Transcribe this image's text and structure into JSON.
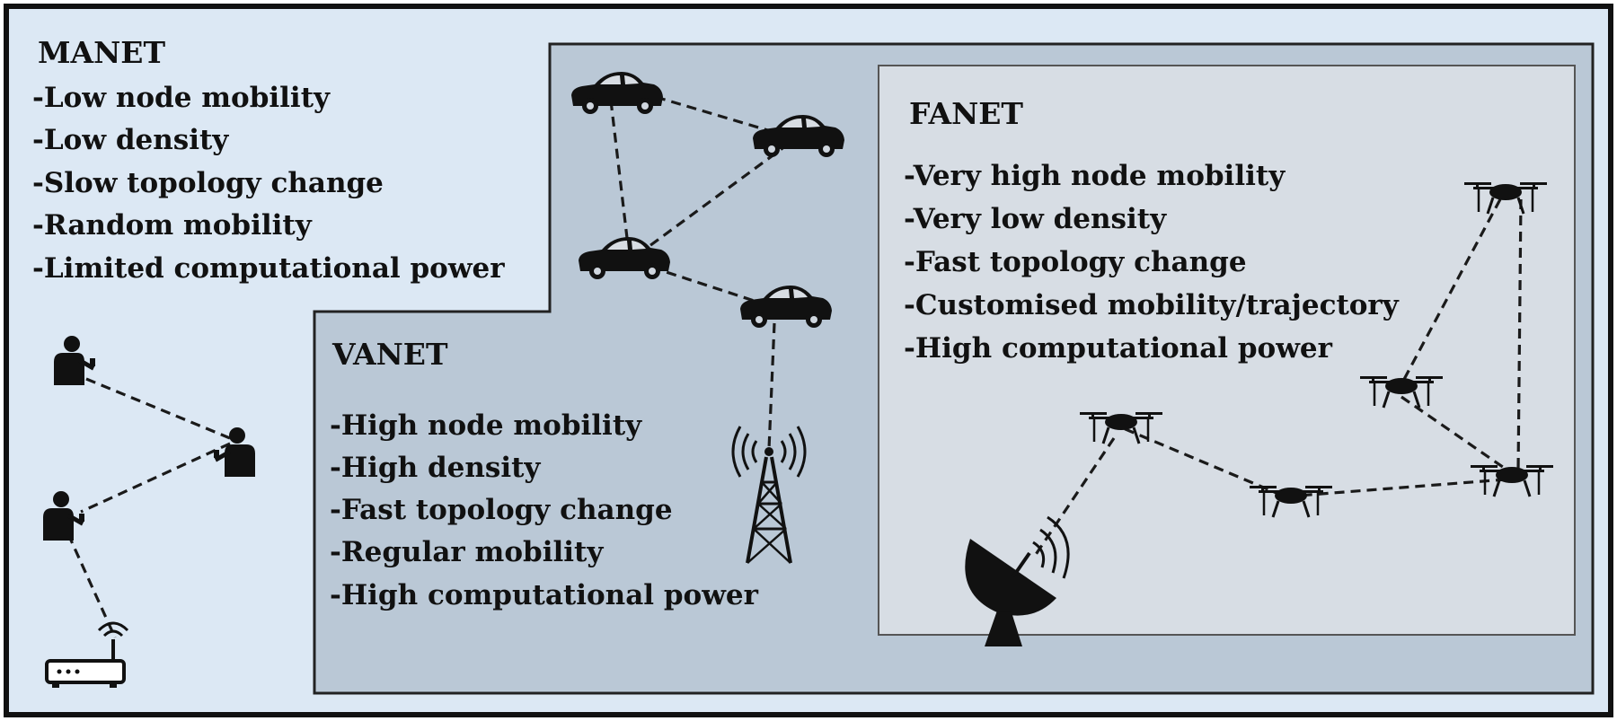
{
  "colors": {
    "frame": "#111111",
    "manet_bg": "#dce8f4",
    "vanet_bg": "#bac8d6",
    "fanet_bg": "#d7dde4",
    "ink": "#111111"
  },
  "manet": {
    "title": "MANET",
    "items": [
      "-Low node mobility",
      "-Low density",
      "-Slow topology change",
      "-Random mobility",
      "-Limited computational power"
    ],
    "icons": [
      "person-icon",
      "person-icon",
      "person-icon",
      "wifi-router-icon"
    ]
  },
  "vanet": {
    "title": "VANET",
    "items": [
      "-High node mobility",
      "-High density",
      "-Fast topology change",
      "-Regular mobility",
      "-High computational power"
    ],
    "icons": [
      "car-icon",
      "car-icon",
      "car-icon",
      "car-icon",
      "cell-tower-icon"
    ]
  },
  "fanet": {
    "title": "FANET",
    "items": [
      "-Very high node mobility",
      "-Very low density",
      "-Fast topology change",
      "-Customised mobility/trajectory",
      "-High computational power"
    ],
    "icons": [
      "drone-icon",
      "drone-icon",
      "drone-icon",
      "drone-icon",
      "drone-icon",
      "satellite-dish-icon"
    ]
  }
}
